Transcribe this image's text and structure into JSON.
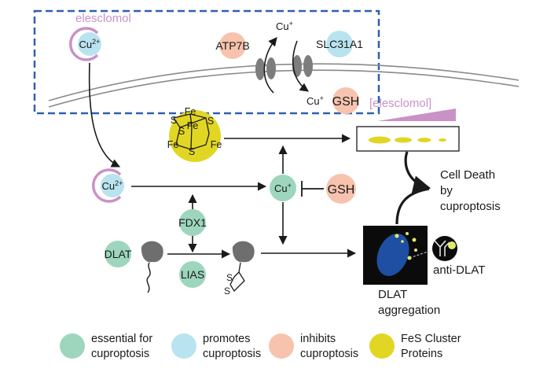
{
  "colors": {
    "essential": "#9dd6bd",
    "promotes": "#b9e3ef",
    "inhibits": "#f7c3ae",
    "fes": "#e2d624",
    "elesclomol": "#c992c6",
    "frame": "#2f5fb3",
    "membrane": "#8a8a8a"
  },
  "nodes": {
    "elesclomol_top": "elesclomol",
    "cu2_top": "Cu2+",
    "atp7b": "ATP7B",
    "cu_out": "Cu+",
    "slc31a1": "SLC31A1",
    "cu_in": "Cu+",
    "gsh_top": "GSH",
    "cu2_mid": "Cu2+",
    "cu_plus": "Cu+",
    "gsh_mid": "GSH",
    "fdx1": "FDX1",
    "dlat": "DLAT",
    "lias": "LIAS",
    "elesclomol_gradient": "[elesclomol]",
    "cell_death": "Cell Death\nby\ncuproptosis",
    "anti_dlat": "anti-DLAT",
    "dlat_aggregation": "DLAT\naggregation",
    "fes_atoms": [
      "Fe",
      "S",
      "Fe",
      "S",
      "S",
      "Fe",
      "S",
      "Fe"
    ],
    "lipoyl_s": [
      "S",
      "S"
    ]
  },
  "legend": [
    {
      "key": "essential",
      "label": "essential for\ncuproptosis"
    },
    {
      "key": "promotes",
      "label": "promotes\ncuproptosis"
    },
    {
      "key": "inhibits",
      "label": "inhibits\ncuproptosis"
    },
    {
      "key": "fes",
      "label": "FeS Cluster\nProteins"
    }
  ]
}
